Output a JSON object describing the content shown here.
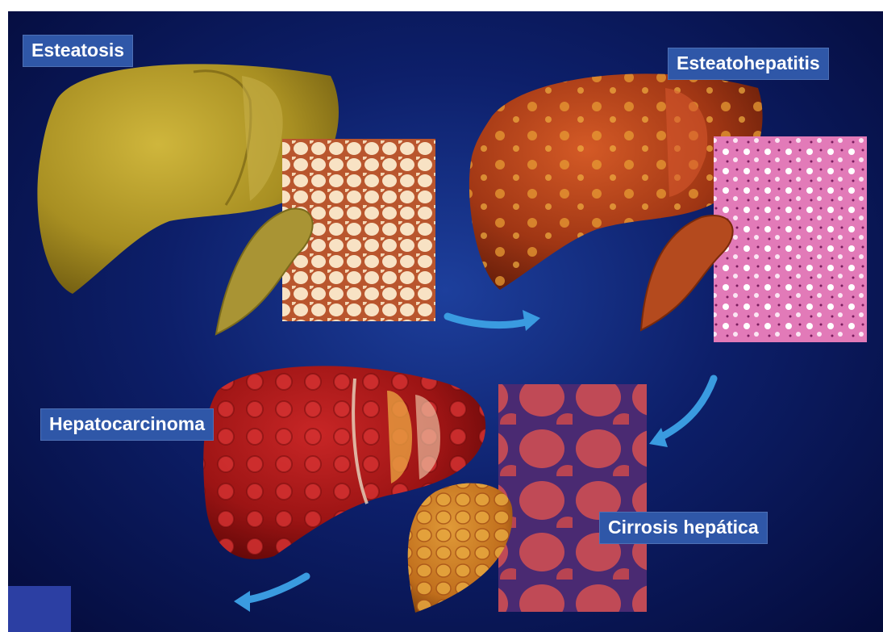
{
  "diagram": {
    "stages": {
      "esteatosis": {
        "label": "Esteatosis",
        "color": "#b49a28"
      },
      "esteatohepatitis": {
        "label": "Esteatohepatitis",
        "color": "#b1421a"
      },
      "cirrosis": {
        "label": "Cirrosis hepática",
        "color": "#c8781e"
      },
      "hepatocarcinoma": {
        "label": "Hepatocarcinoma",
        "color": "#b01c1c"
      }
    },
    "colors": {
      "background_light": "#1d3f9c",
      "background_dark": "#040b3a",
      "label_box": "#2f57a8",
      "arrow": "#3a9be0"
    }
  }
}
